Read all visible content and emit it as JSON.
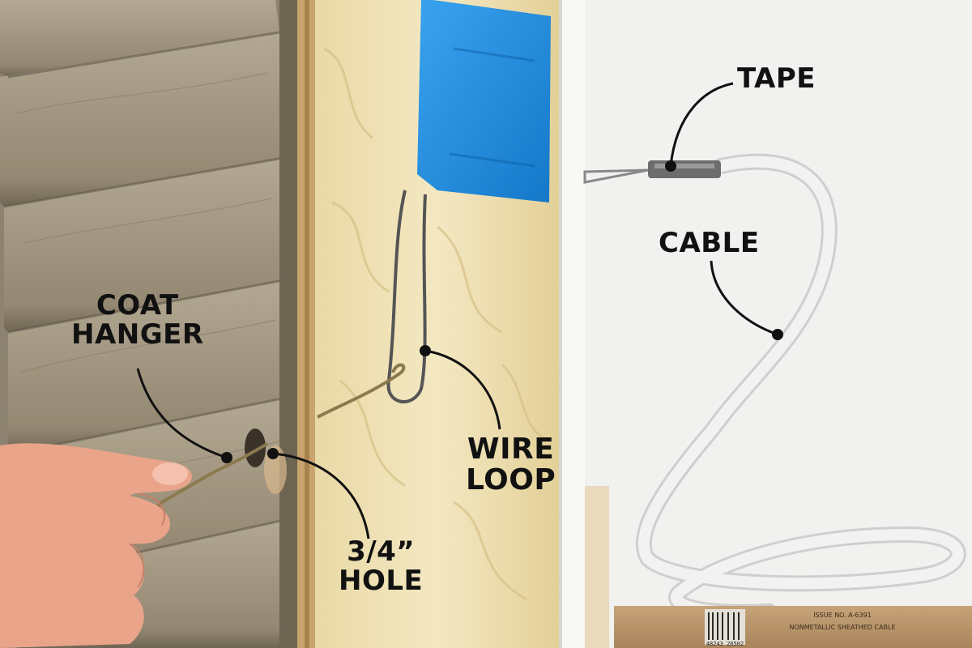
{
  "labels": {
    "tape": "TAPE",
    "cable": "CABLE",
    "coat_hanger_line1": "COAT",
    "coat_hanger_line2": "HANGER",
    "wire_loop_line1": "WIRE",
    "wire_loop_line2": "LOOP",
    "hole_line1": "3/4”",
    "hole_line2": "HOLE"
  },
  "box_text": {
    "cable_box_label": "NONMETALLIC SHEATHED CABLE",
    "issue": "ISSUE NO. A-6391",
    "barcode": "48243 26502"
  },
  "colors": {
    "siding": "#9a8f7c",
    "insulation": "#eddfb2",
    "electrical_box": "#1f8fe0",
    "cable": "#ececec",
    "callout_line": "#111111",
    "background": "#f1f1ef"
  }
}
